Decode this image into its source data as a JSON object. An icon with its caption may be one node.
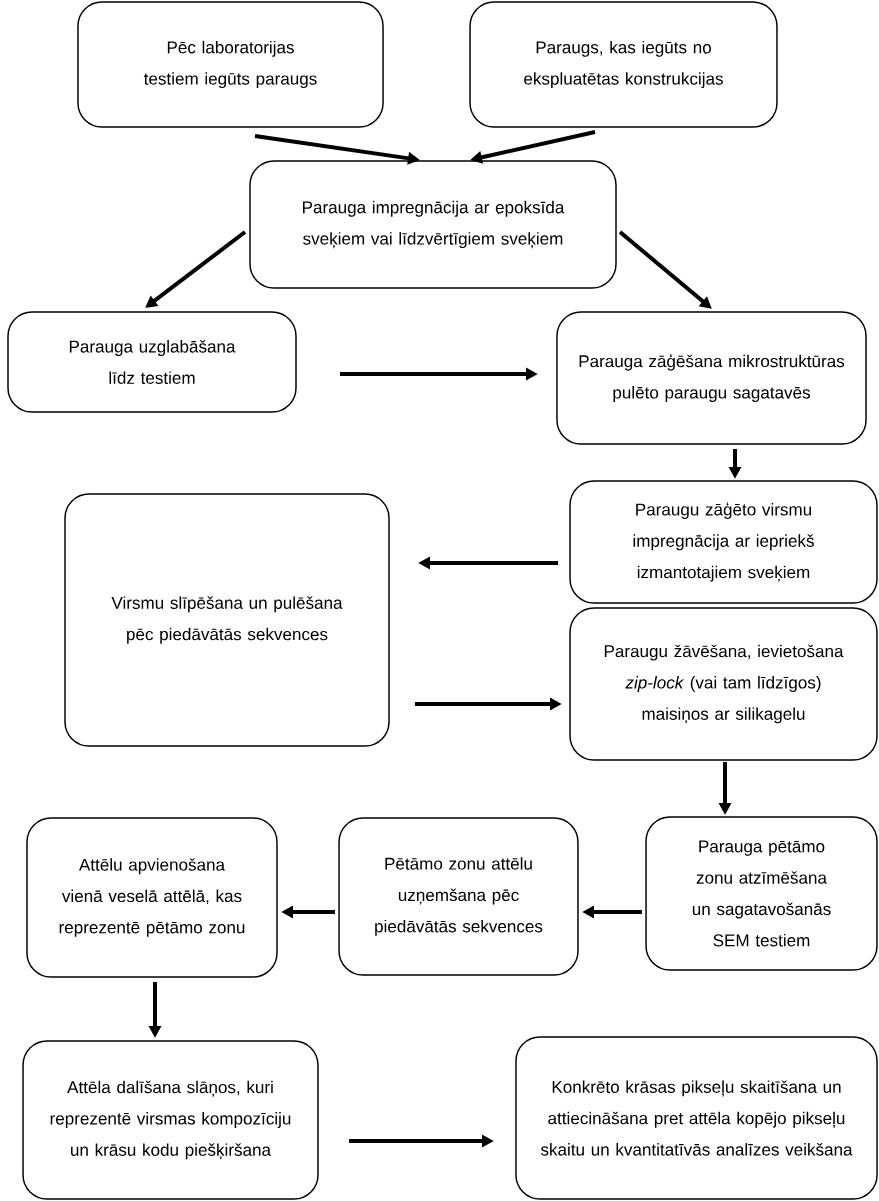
{
  "diagram": {
    "nodes": [
      {
        "text": [
          "Pēc laboratorijas testiem iegūts paraugs"
        ]
      },
      {
        "text": [
          "Paraugs, kas iegūts no ekspluatētas konstrukcijas"
        ]
      },
      {
        "text": [
          "Parauga impregnācija ar epoksīda sveķiem vai līdzvērtīgiem sveķiem"
        ]
      },
      {
        "text": [
          "Parauga uzglabāšana līdz testiem"
        ]
      },
      {
        "text": [
          "Parauga zāģēšana mikrostruktūras pulēto paraugu sagatavēs"
        ]
      },
      {
        "text": [
          "Paraugu zāģēto virsmu impregnācija ar iepriekš izmantotajiem sveķiem"
        ]
      },
      {
        "text": [
          "Virsmu slīpēšana un pulēšana pēc piedāvātās sekvences"
        ]
      },
      {
        "text": [
          "Paraugu žāvēšana, ievietošana *zip-lock* (vai tam līdzīgos) maisiņos ar silikagelu"
        ]
      },
      {
        "text": [
          "Parauga pētāmo zonu atzīmēšana un sagatavošanās SEM testiem"
        ]
      },
      {
        "text": [
          "Pētāmo zonu attēlu uzņemšana pēc piedāvātās sekvences"
        ]
      },
      {
        "text": [
          "Attēlu apvienošana vienā veselā attēlā, kas reprezentē pētāmo zonu"
        ]
      },
      {
        "text": [
          "Attēla dalīšana slāņos, kuri reprezentē virsmas kompozīciju un krāsu kodu piešķiršana"
        ]
      },
      {
        "text": [
          "Konkrēto krāsas pikseļu skaitīšana un attiecināšana pret attēla kopējo pikseļu skaitu un kvantitatīvās analīzes veikšana"
        ]
      }
    ],
    "edges": [
      {
        "from": 0,
        "to": 2,
        "arrow": "to"
      },
      {
        "from": 1,
        "to": 2,
        "arrow": "to"
      },
      {
        "from": 2,
        "to": 3,
        "arrow": "to"
      },
      {
        "from": 2,
        "to": 4,
        "arrow": "to"
      },
      {
        "from": 3,
        "to": 4,
        "arrow": "to"
      },
      {
        "from": 4,
        "to": 5,
        "arrow": "to"
      },
      {
        "from": 5,
        "to": 6,
        "arrow": "to"
      },
      {
        "from": 6,
        "to": 7,
        "arrow": "to"
      },
      {
        "from": 7,
        "to": 8,
        "arrow": "to"
      },
      {
        "from": 8,
        "to": 9,
        "arrow": "to"
      },
      {
        "from": 9,
        "to": 10,
        "arrow": "to"
      },
      {
        "from": 10,
        "to": 11,
        "arrow": "to"
      },
      {
        "from": 11,
        "to": 12,
        "arrow": "to"
      }
    ]
  }
}
